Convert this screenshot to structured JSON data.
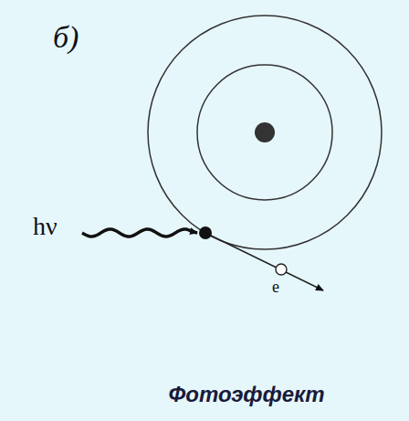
{
  "diagram": {
    "caption": "Фотоэффект",
    "labels": [
      "б)",
      "hν",
      "e"
    ]
  }
}
